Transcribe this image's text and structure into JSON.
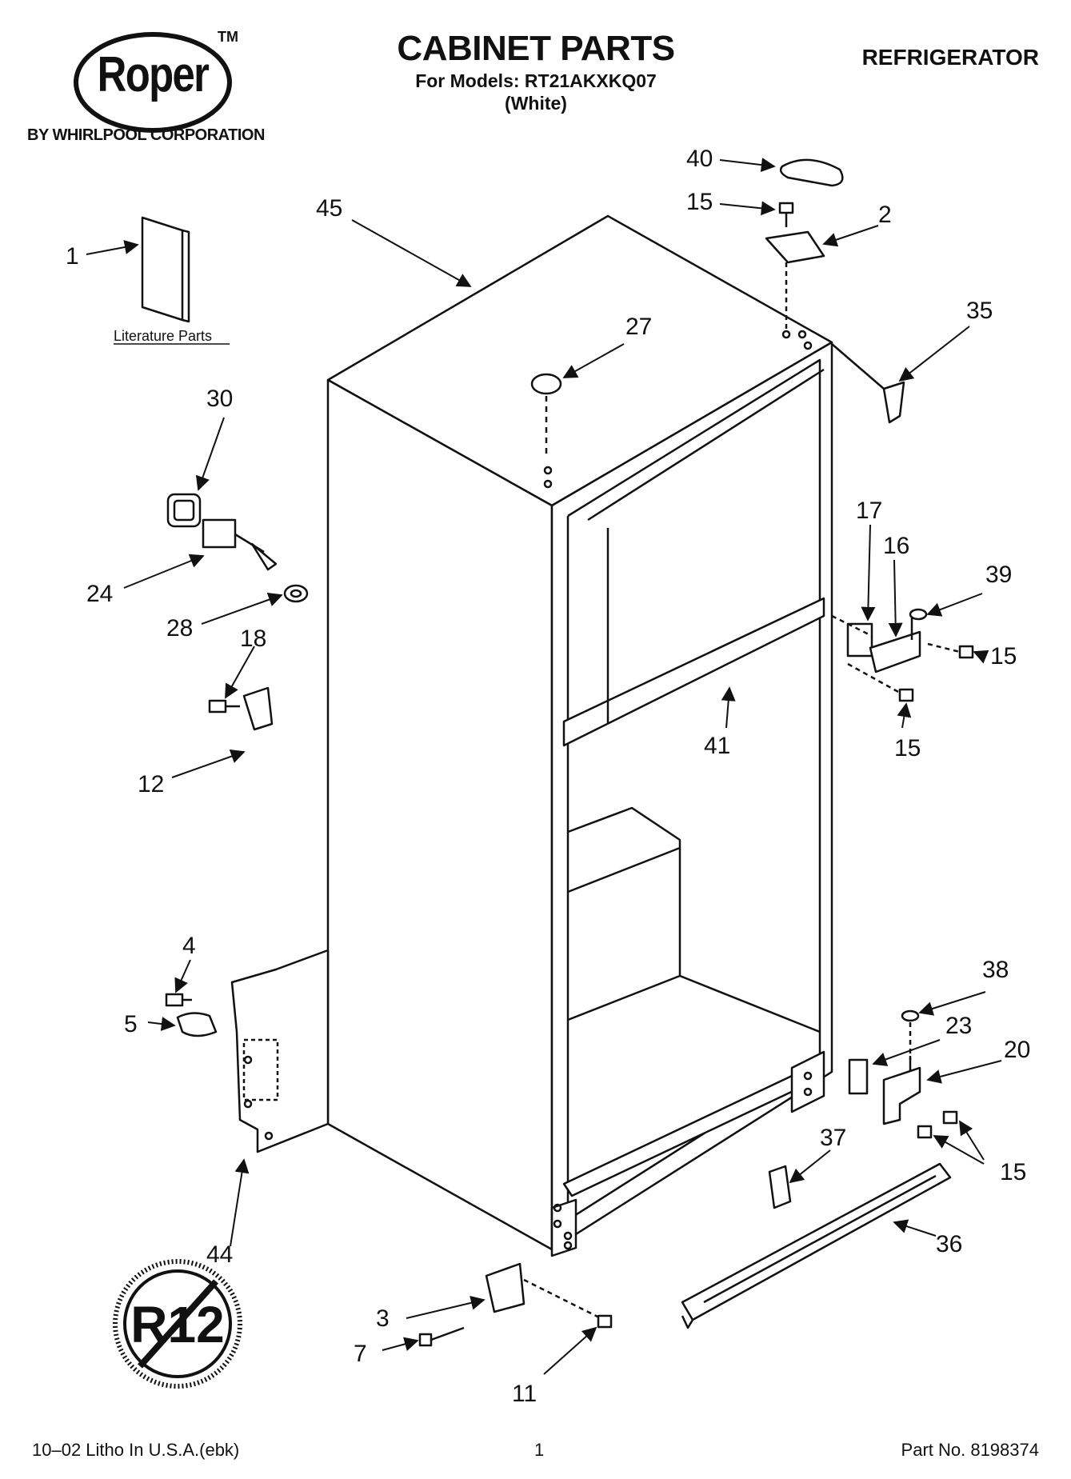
{
  "header": {
    "brand": "Roper",
    "trademark": "TM",
    "brand_tagline": "BY WHIRLPOOL CORPORATION",
    "title": "CABINET PARTS",
    "models": "For Models: RT21AKXKQ07",
    "color": "(White)",
    "product": "REFRIGERATOR"
  },
  "diagram": {
    "literature_label": "Literature Parts",
    "r12_label": "R12",
    "callouts": [
      "1",
      "45",
      "40",
      "15",
      "2",
      "27",
      "35",
      "30",
      "24",
      "28",
      "18",
      "12",
      "17",
      "16",
      "39",
      "15",
      "41",
      "15",
      "4",
      "5",
      "38",
      "23",
      "20",
      "37",
      "15",
      "36",
      "44",
      "3",
      "7",
      "11"
    ]
  },
  "footer": {
    "left": "10–02 Litho In U.S.A.(ebk)",
    "page": "1",
    "part_no": "Part No. 8198374"
  }
}
